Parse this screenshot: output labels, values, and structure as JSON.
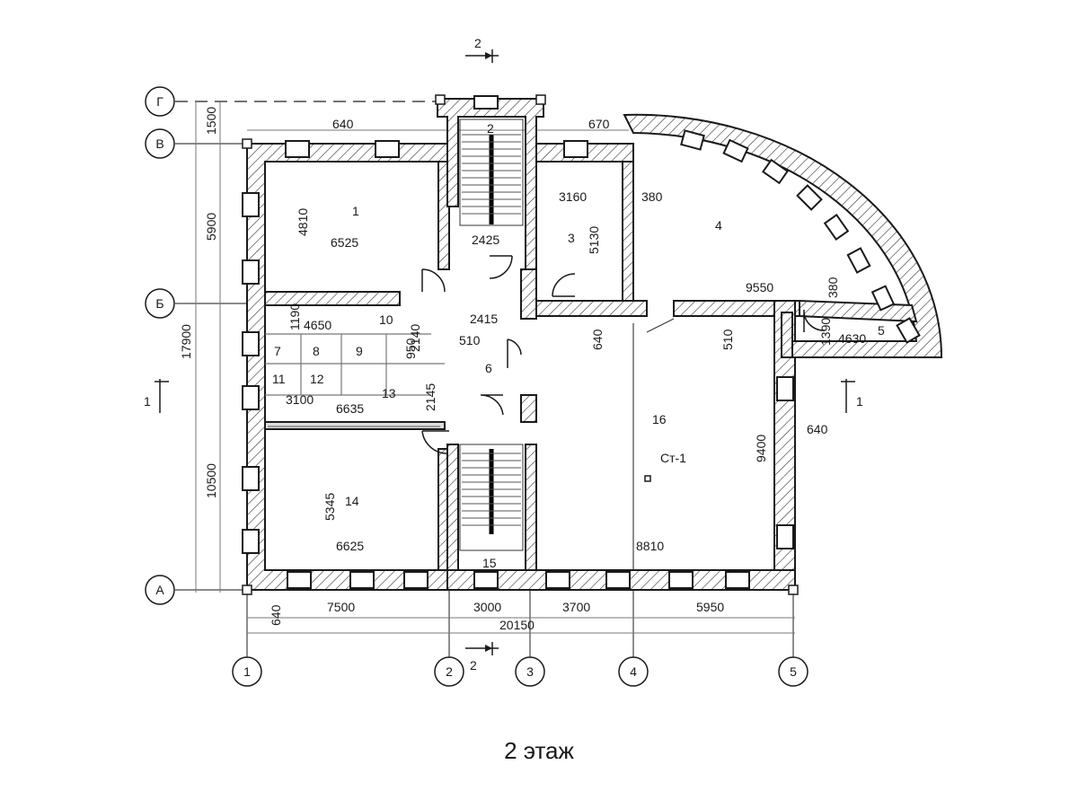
{
  "caption": "2 этаж",
  "axes": {
    "letters": [
      "Г",
      "В",
      "Б",
      "А"
    ],
    "numbers": [
      "1",
      "2",
      "3",
      "4",
      "5"
    ]
  },
  "section_marks": {
    "top": "2",
    "bottom": "2",
    "left": "1",
    "right": "1"
  },
  "rooms": {
    "r1": "1",
    "r2": "2",
    "r3": "3",
    "r4": "4",
    "r5": "5",
    "r6": "6",
    "r7": "7",
    "r8": "8",
    "r9": "9",
    "r10": "10",
    "r11": "11",
    "r12": "12",
    "r13": "13",
    "r14": "14",
    "r15": "15",
    "r16": "16"
  },
  "column_mark": "Ст-1",
  "dimensions": {
    "d_1500": "1500",
    "d_5900": "5900",
    "d_17900": "17900",
    "d_10500": "10500",
    "d_640_top": "640",
    "d_670": "670",
    "d_4810": "4810",
    "d_6525": "6525",
    "d_3160": "3160",
    "d_5130": "5130",
    "d_2425": "2425",
    "d_380_a": "380",
    "d_380_b": "380",
    "d_9550": "9550",
    "d_1190": "1190",
    "d_4650": "4650",
    "d_2140": "2140",
    "d_2415": "2415",
    "d_510_a": "510",
    "d_510_b": "510",
    "d_640_mid": "640",
    "d_1390": "1390",
    "d_4630": "4630",
    "d_950": "950",
    "d_3100": "3100",
    "d_6635": "6635",
    "d_2145": "2145",
    "d_9400": "9400",
    "d_640_right": "640",
    "d_5345": "5345",
    "d_6625": "6625",
    "d_8810": "8810",
    "d_640_bottom": "640",
    "d_7500": "7500",
    "d_3000": "3000",
    "d_3700": "3700",
    "d_5950": "5950",
    "d_20150": "20150"
  }
}
